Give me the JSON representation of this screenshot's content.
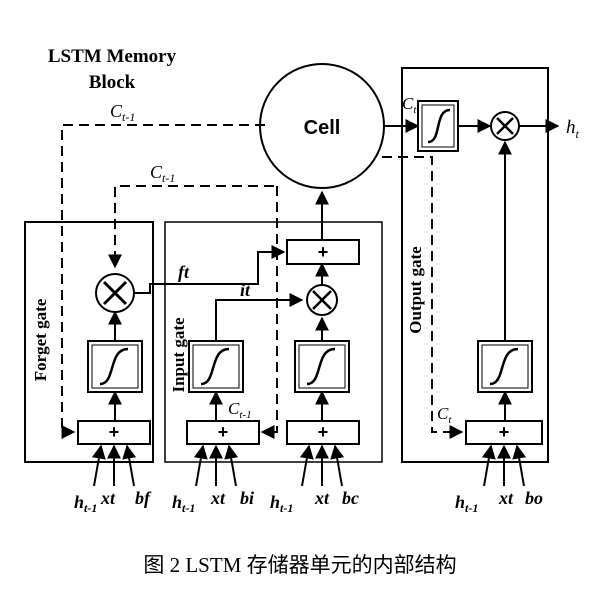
{
  "diagram": {
    "block_title_line1": "LSTM Memory",
    "block_title_line2": "Block",
    "cell_label": "Cell",
    "c_prev_label": "C",
    "c_prev_sub": "t-1",
    "c_t_label": "C",
    "c_t_sub": "t",
    "h_t_label": "h",
    "h_t_sub": "t",
    "ft_label": "ft",
    "it_label": "it",
    "plus_symbol": "+",
    "times_symbol": "×",
    "gates": {
      "forget": "Forget gate",
      "input": "Input gate",
      "output": "Output gate"
    },
    "inputs": {
      "forget": {
        "h": "h",
        "h_sub": "t-1",
        "x": "xt",
        "b": "bf"
      },
      "input": {
        "h": "h",
        "h_sub": "t-1",
        "x": "xt",
        "b": "bi"
      },
      "cell": {
        "h": "h",
        "h_sub": "t-1",
        "x": "xt",
        "b": "bc"
      },
      "output": {
        "h": "h",
        "h_sub": "t-1",
        "x": "xt",
        "b": "bo"
      }
    }
  },
  "caption": "图 2 LSTM 存储器单元的内部结构"
}
